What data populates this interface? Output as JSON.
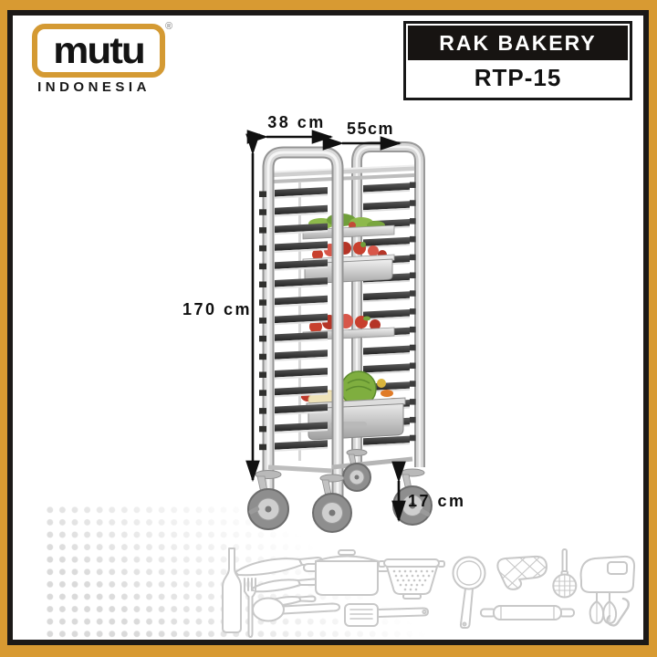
{
  "frame": {
    "gold": "#d89a32",
    "black": "#1c1917"
  },
  "brand": {
    "wordmark": "mutu",
    "registered": "®",
    "country": "INDONESIA"
  },
  "product_box": {
    "title": "RAK BAKERY",
    "model": "RTP-15"
  },
  "dimensions": {
    "width_label": "38 cm",
    "depth_label": "55cm",
    "height_label": "170 cm",
    "caster_label": "17 cm"
  },
  "illustration": {
    "name": "stainless-steel-bakery-tray-rack",
    "tray_levels": 15,
    "caster_count": 4,
    "accent_food_colors": {
      "greens": "#7fae3f",
      "berries": "#c8402e",
      "noodles": "#efe3b8",
      "carrot": "#e07b28"
    }
  },
  "utensil_icons": [
    "bottle-icon",
    "fork-icon",
    "chef-knife-icon",
    "utility-knife-icon",
    "paring-knife-icon",
    "spoon-icon",
    "stockpot-icon",
    "spatula-icon",
    "colander-icon",
    "frying-pan-icon",
    "oven-mitt-icon",
    "rolling-pin-icon",
    "masher-icon",
    "hand-mixer-icon",
    "ladle-hook-icon"
  ]
}
